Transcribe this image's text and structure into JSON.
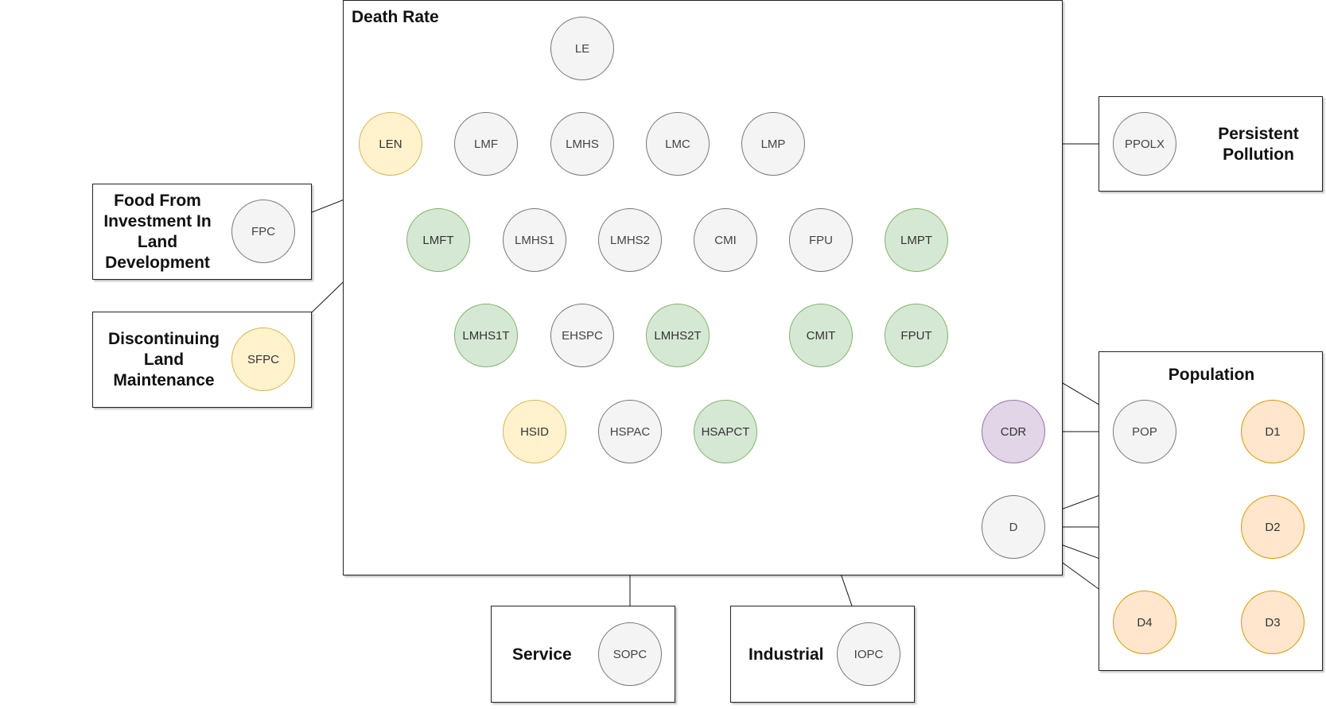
{
  "groups": {
    "death_rate": "Death Rate",
    "persistent_pollution": "Persistent Pollution",
    "food": "Food From Investment In Land Development",
    "discontinuing": "Discontinuing Land Maintenance",
    "population": "Population",
    "service": "Service",
    "industrial": "Industrial"
  },
  "colors": {
    "gray": "#f4f4f4",
    "green": "#d5e8d4",
    "yellow": "#fff2cc",
    "orange": "#ffe6cc",
    "purple": "#e1d5e7"
  },
  "nodes": {
    "LE": "LE",
    "LEN": "LEN",
    "LMF": "LMF",
    "LMHS": "LMHS",
    "LMC": "LMC",
    "LMP": "LMP",
    "LMFT": "LMFT",
    "LMHS1": "LMHS1",
    "LMHS2": "LMHS2",
    "CMI": "CMI",
    "FPU": "FPU",
    "LMPT": "LMPT",
    "LMHS1T": "LMHS1T",
    "EHSPC": "EHSPC",
    "LMHS2T": "LMHS2T",
    "CMIT": "CMIT",
    "FPUT": "FPUT",
    "HSID": "HSID",
    "HSPAC": "HSPAC",
    "HSAPCT": "HSAPCT",
    "CDR": "CDR",
    "D": "D",
    "PPOLX": "PPOLX",
    "FPC": "FPC",
    "SFPC": "SFPC",
    "POP": "POP",
    "D1": "D1",
    "D2": "D2",
    "D3": "D3",
    "D4": "D4",
    "SOPC": "SOPC",
    "IOPC": "IOPC"
  },
  "edges": [
    [
      "LEN",
      "LE"
    ],
    [
      "LMF",
      "LE"
    ],
    [
      "LMHS",
      "LE"
    ],
    [
      "LMC",
      "LE"
    ],
    [
      "LMP",
      "LE"
    ],
    [
      "FPC",
      "LMF"
    ],
    [
      "SFPC",
      "LMF"
    ],
    [
      "LMFT",
      "LMF"
    ],
    [
      "LMHS1",
      "LMHS"
    ],
    [
      "LMHS2",
      "LMHS"
    ],
    [
      "LMHS1T",
      "LMHS1"
    ],
    [
      "EHSPC",
      "LMHS1"
    ],
    [
      "EHSPC",
      "LMHS2"
    ],
    [
      "LMHS2T",
      "LMHS2"
    ],
    [
      "HSID",
      "EHSPC"
    ],
    [
      "HSPAC",
      "EHSPC"
    ],
    [
      "HSAPCT",
      "HSPAC"
    ],
    [
      "SOPC",
      "HSPAC"
    ],
    [
      "CMI",
      "LMC"
    ],
    [
      "FPU",
      "LMC"
    ],
    [
      "CMIT",
      "CMI"
    ],
    [
      "IOPC",
      "CMI"
    ],
    [
      "FPUT",
      "FPU"
    ],
    [
      "POP",
      "FPU"
    ],
    [
      "PPOLX",
      "LMP"
    ],
    [
      "LMPT",
      "LMP"
    ],
    [
      "POP",
      "CDR"
    ],
    [
      "D",
      "CDR"
    ],
    [
      "D1",
      "D"
    ],
    [
      "D2",
      "D"
    ],
    [
      "D3",
      "D"
    ],
    [
      "D4",
      "D"
    ]
  ]
}
